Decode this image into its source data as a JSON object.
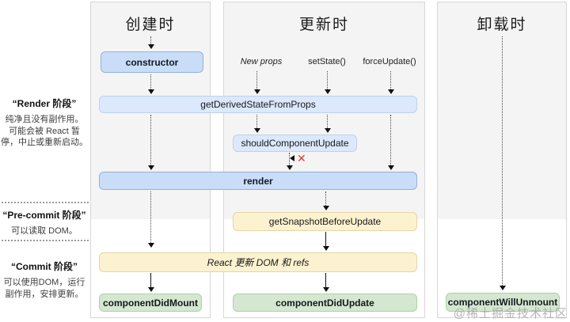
{
  "columns": [
    {
      "title": "创建时"
    },
    {
      "title": "更新时"
    },
    {
      "title": "卸载时"
    }
  ],
  "phases": [
    {
      "title": "“Render 阶段”",
      "desc": "纯净且没有副作用。\n可能会被 React 暂\n停，中止或重新启动。"
    },
    {
      "title": "“Pre-commit 阶段”",
      "desc": "可以读取 DOM。"
    },
    {
      "title": "“Commit 阶段”",
      "desc": "可以使用DOM，运行\n副作用，安排更新。"
    }
  ],
  "triggers": {
    "new_props": "New props",
    "set_state": "setState()",
    "force_update": "forceUpdate()"
  },
  "boxes": {
    "constructor": "constructor",
    "get_derived": "getDerivedStateFromProps",
    "should_update": "shouldComponentUpdate",
    "render": "render",
    "get_snapshot": "getSnapshotBeforeUpdate",
    "react_updates": "React 更新 DOM 和 refs",
    "did_mount": "componentDidMount",
    "did_update": "componentDidUpdate",
    "will_unmount": "componentWillUnmount"
  },
  "icons": {
    "stop_x": "✕"
  },
  "watermark": "@稀土掘金技术社区",
  "colors": {
    "box_blue": "#c9ddf9",
    "box_blue_light": "#dce8fb",
    "box_yellow": "#fdf2cf",
    "box_green": "#d4e7d0",
    "stop_red": "#e23b2e",
    "panel_gray": "#f4f4f5"
  }
}
